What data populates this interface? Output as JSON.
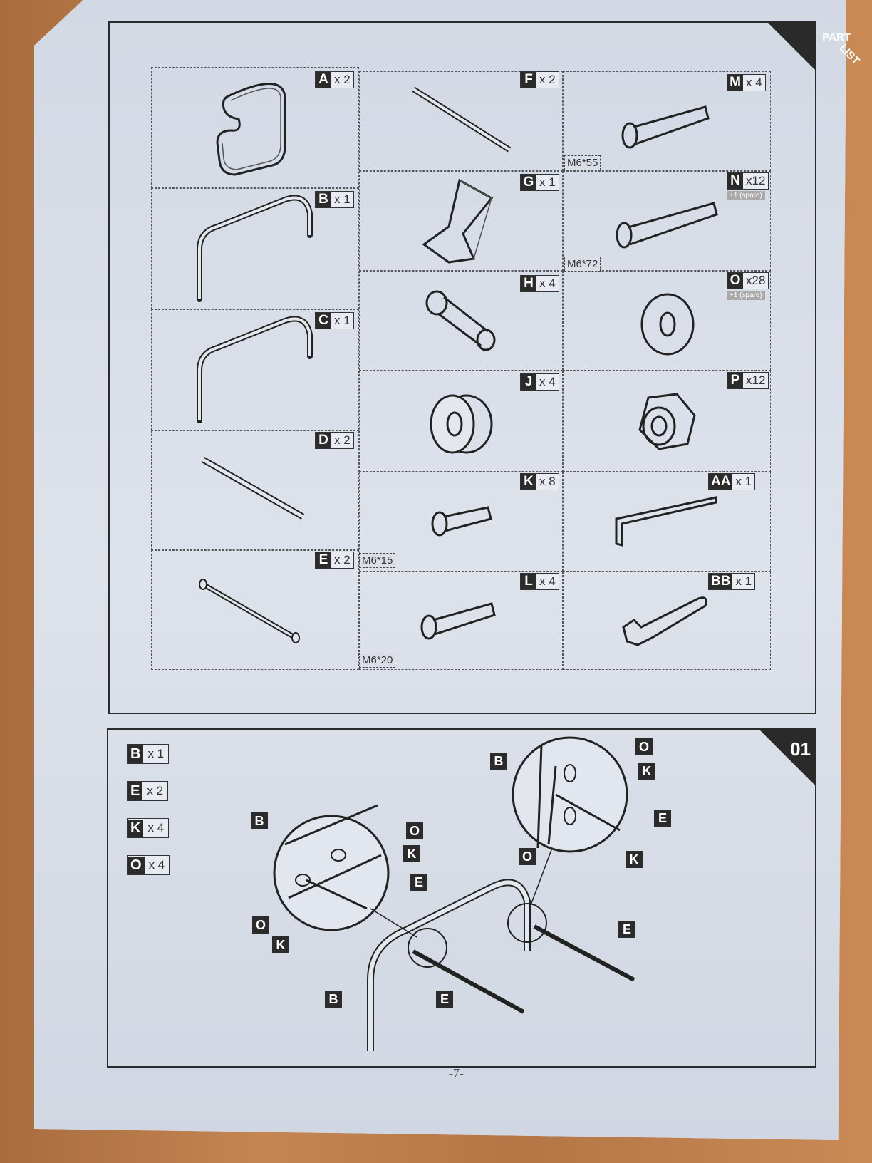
{
  "part_list": {
    "corner": [
      "PART",
      "LIST"
    ],
    "parts": [
      {
        "letter": "A",
        "qty": "x 2"
      },
      {
        "letter": "B",
        "qty": "x 1"
      },
      {
        "letter": "C",
        "qty": "x 1"
      },
      {
        "letter": "D",
        "qty": "x 2"
      },
      {
        "letter": "E",
        "qty": "x 2"
      },
      {
        "letter": "F",
        "qty": "x 2"
      },
      {
        "letter": "G",
        "qty": "x 1"
      },
      {
        "letter": "H",
        "qty": "x 4"
      },
      {
        "letter": "J",
        "qty": "x 4"
      },
      {
        "letter": "K",
        "qty": "x 8",
        "size": "M6*15"
      },
      {
        "letter": "L",
        "qty": "x 4",
        "size": "M6*20"
      },
      {
        "letter": "M",
        "qty": "x 4",
        "size": "M6*55"
      },
      {
        "letter": "N",
        "qty": "x12",
        "note": "+1  (spare)",
        "size": "M6*72"
      },
      {
        "letter": "O",
        "qty": "x28",
        "note": "+1  (spare)"
      },
      {
        "letter": "P",
        "qty": "x12"
      },
      {
        "letter": "AA",
        "qty": "x 1"
      },
      {
        "letter": "BB",
        "qty": "x 1"
      }
    ]
  },
  "step": {
    "number": "01",
    "legend": [
      {
        "letter": "B",
        "qty": "x 1"
      },
      {
        "letter": "E",
        "qty": "x 2"
      },
      {
        "letter": "K",
        "qty": "x 4"
      },
      {
        "letter": "O",
        "qty": "x 4"
      }
    ],
    "callouts": [
      "B",
      "O",
      "K",
      "E",
      "O",
      "K",
      "B",
      "O",
      "K",
      "E",
      "O",
      "K",
      "E",
      "B",
      "E"
    ]
  },
  "page_number": "-7-"
}
